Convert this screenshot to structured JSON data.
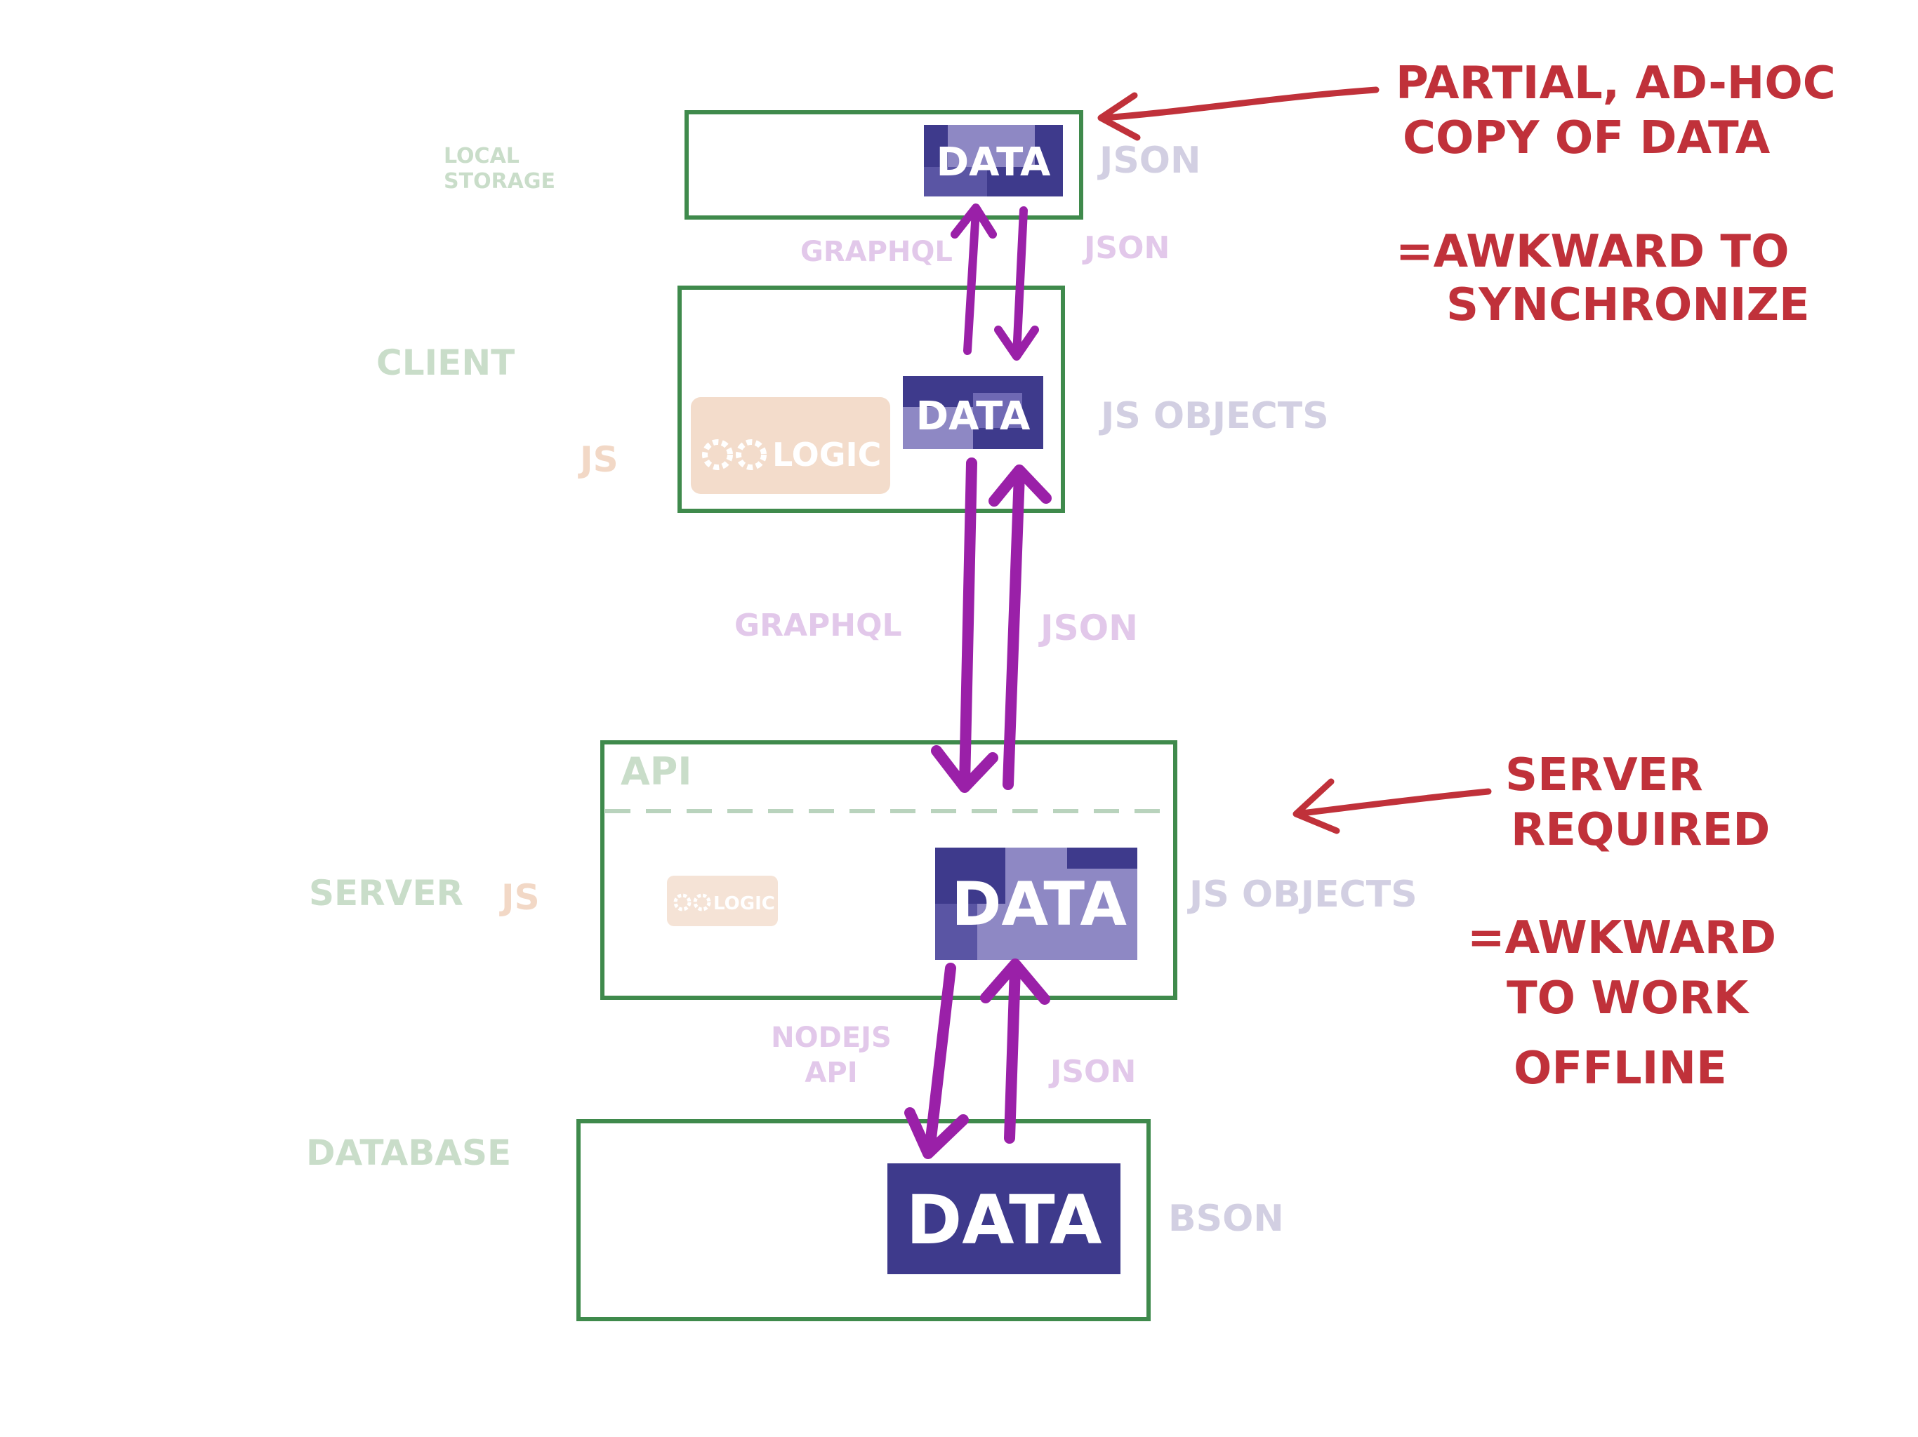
{
  "layers": {
    "local_storage": {
      "label_line1": "LOCAL",
      "label_line2": "STORAGE",
      "data": "DATA",
      "format": "JSON"
    },
    "client": {
      "label": "CLIENT",
      "lang": "JS",
      "logic": "LOGIC",
      "data": "DATA",
      "format": "JS OBJECTS"
    },
    "server": {
      "label": "SERVER",
      "lang": "JS",
      "api": "API",
      "logic": "LOGIC",
      "data": "DATA",
      "format": "JS OBJECTS"
    },
    "database": {
      "label": "DATABASE",
      "data": "DATA",
      "format": "BSON"
    }
  },
  "connections": {
    "storage_client": {
      "down": "JSON",
      "up": "GRAPHQL"
    },
    "client_server": {
      "down": "GRAPHQL",
      "up": "JSON"
    },
    "server_db": {
      "down_line1": "NODEJS",
      "down_line2": "API",
      "up": "JSON"
    }
  },
  "notes": {
    "top": {
      "line1": "PARTIAL, AD-HOC",
      "line2": "COPY OF DATA",
      "line3": "=AWKWARD TO",
      "line4": "SYNCHRONIZE"
    },
    "bottom": {
      "line1": "SERVER",
      "line2": "REQUIRED",
      "line3": "=AWKWARD",
      "line4": "TO WORK",
      "line5": "OFFLINE"
    }
  },
  "colors": {
    "box_border": "#3f8a4c",
    "arrow": "#9a20a8",
    "note": "#c0313a",
    "data_dark": "#3e3a8c",
    "data_light": "#8e88c4"
  }
}
